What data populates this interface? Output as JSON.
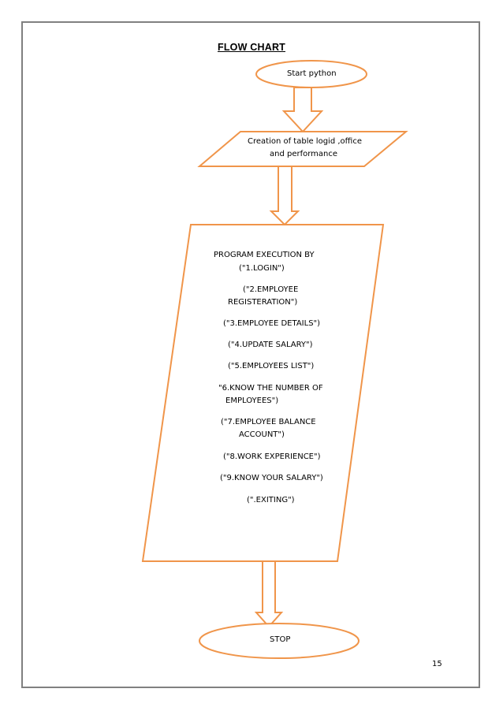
{
  "title": "FLOW CHART",
  "nodes": {
    "start": "Start  python",
    "creation_line1": "Creation of table logid ,office",
    "creation_line2": "and performance",
    "program": {
      "heading": "PROGRAM EXECUTION BY",
      "items": [
        "(\"1.LOGIN\")",
        "(\"2.EMPLOYEE",
        "REGISTERATION\")",
        "(\"3.EMPLOYEE DETAILS\")",
        "(\"4.UPDATE SALARY\")",
        "(\"5.EMPLOYEES LIST\")",
        "\"6.KNOW THE NUMBER OF",
        "EMPLOYEES\")",
        "(\"7.EMPLOYEE BALANCE",
        "ACCOUNT\")",
        "(\"8.WORK EXPERIENCE\")",
        "(\"9.KNOW YOUR SALARY\")",
        "(\".EXITING\")"
      ]
    },
    "stop": "STOP"
  },
  "page_number": "15",
  "colors": {
    "shape_stroke": "#F0954A",
    "page_border": "#808080",
    "text": "#000000"
  }
}
